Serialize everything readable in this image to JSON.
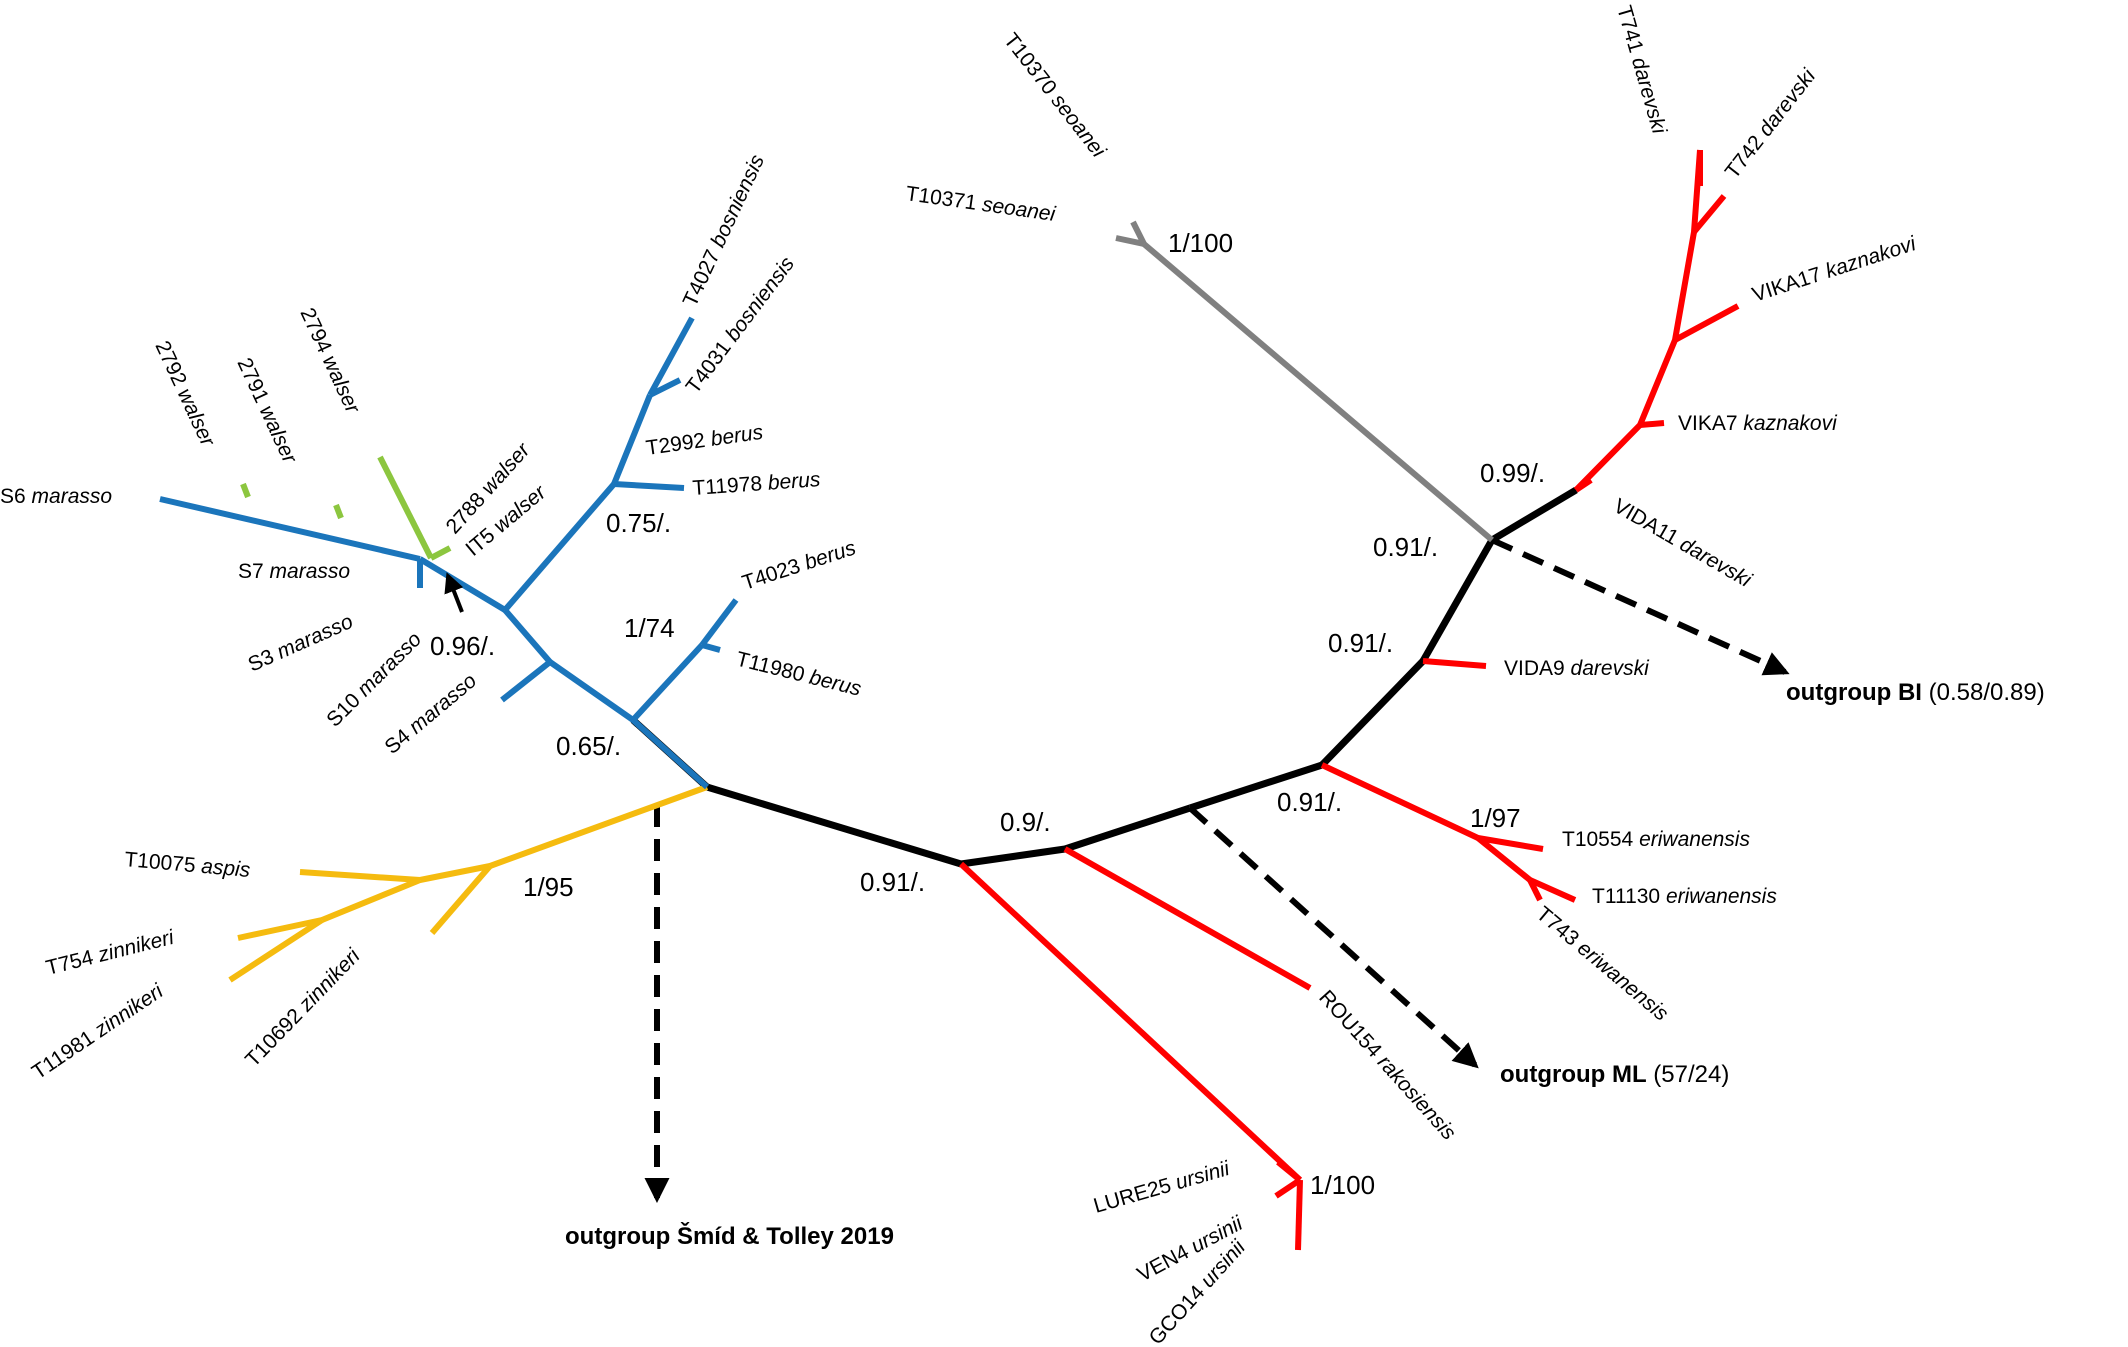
{
  "colors": {
    "backbone": "#000000",
    "clade_blue": "#1b75bb",
    "clade_green": "#8cc63f",
    "clade_yellow": "#f5bb0f",
    "clade_red": "#ff0000",
    "clade_gray": "#808080"
  },
  "tips": {
    "t1": {
      "code": "T741",
      "species": "darevski"
    },
    "t2": {
      "code": "T742",
      "species": "darevski"
    },
    "t3": {
      "code": "VIKA17",
      "species": "kaznakovi"
    },
    "t4": {
      "code": "VIKA7",
      "species": "kaznakovi"
    },
    "t5": {
      "code": "VIDA11",
      "species": "darevski"
    },
    "t6": {
      "code": "VIDA9",
      "species": "darevski"
    },
    "t7": {
      "code": "T10554",
      "species": "eriwanensis"
    },
    "t8": {
      "code": "T11130",
      "species": "eriwanensis"
    },
    "t9": {
      "code": "T743",
      "species": "eriwanensis"
    },
    "t10": {
      "code": "ROU154",
      "species": "rakosiensis"
    },
    "t11": {
      "code": "LURE25",
      "species": "ursinii"
    },
    "t12": {
      "code": "VEN4",
      "species": "ursinii"
    },
    "t13": {
      "code": "GCO14",
      "species": "ursinii"
    },
    "t14": {
      "code": "T10370",
      "species": "seoanei"
    },
    "t15": {
      "code": "T10371",
      "species": "seoanei"
    },
    "t16": {
      "code": "T4027",
      "species": "bosniensis"
    },
    "t17": {
      "code": "T4031",
      "species": "bosniensis"
    },
    "t18": {
      "code": "T2992",
      "species": "berus"
    },
    "t19": {
      "code": "T11978",
      "species": "berus"
    },
    "t20": {
      "code": "T4023",
      "species": "berus"
    },
    "t21": {
      "code": "T11980",
      "species": "berus"
    },
    "t22": {
      "code": "2792",
      "species": "walser"
    },
    "t23": {
      "code": "2791",
      "species": "walser"
    },
    "t24": {
      "code": "2794",
      "species": "walser"
    },
    "t25": {
      "code": "2788",
      "species": "walser"
    },
    "t26": {
      "code": "IT5",
      "species": "walser"
    },
    "t27": {
      "code": "S6",
      "species": "marasso"
    },
    "t28": {
      "code": "S7",
      "species": "marasso"
    },
    "t29": {
      "code": "S3",
      "species": "marasso"
    },
    "t30": {
      "code": "S10",
      "species": "marasso"
    },
    "t31": {
      "code": "S4",
      "species": "marasso"
    },
    "t32": {
      "code": "T10075",
      "species": "aspis"
    },
    "t33": {
      "code": "T754",
      "species": "zinnikeri"
    },
    "t34": {
      "code": "T11981",
      "species": "zinnikeri"
    },
    "t35": {
      "code": "T10692",
      "species": "zinnikeri"
    }
  },
  "support": {
    "s_seo": "1/100",
    "s_kaz": "0.99/.",
    "s_gb": "0.91/.",
    "s_vida9": "0.91/.",
    "s_eri_clade": "0.91/.",
    "s_eri": "1/97",
    "s_n09": "0.9/.",
    "s_n091": "0.91/.",
    "s_urs": "1/100",
    "s_asp": "1/95",
    "s_berus_root": "0.65/.",
    "s_berus2": "1/74",
    "s_bos": "0.75/.",
    "s_mar": "0.96/."
  },
  "outgroups": {
    "bi": {
      "label": "outgroup BI",
      "value": "(0.58/0.89)"
    },
    "ml": {
      "label": "outgroup ML",
      "value": "(57/24)"
    },
    "st": {
      "label": "outgroup Šmíd & Tolley 2019"
    }
  }
}
